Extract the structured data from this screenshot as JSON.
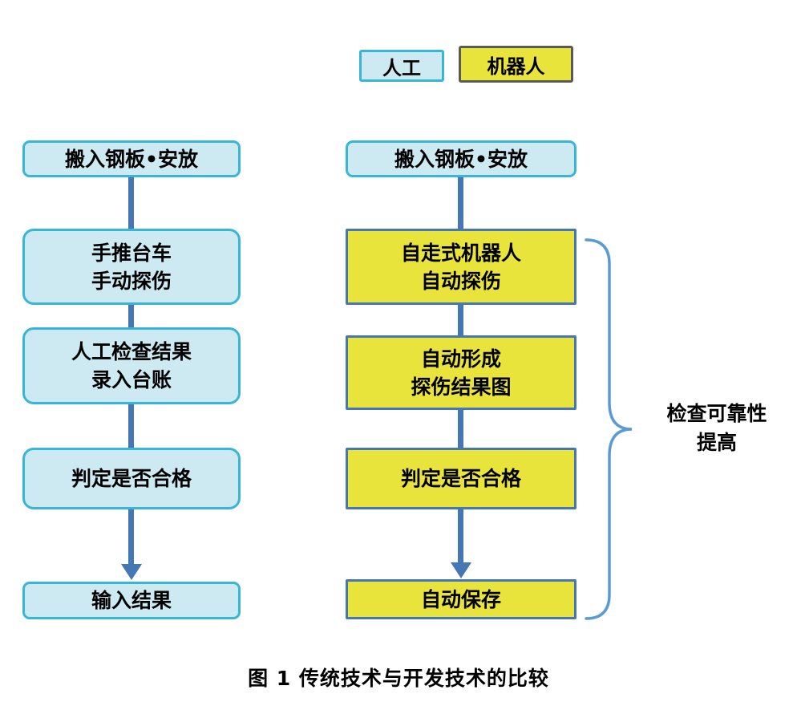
{
  "legend": {
    "manual_label": "人工",
    "robot_label": "机器人"
  },
  "left_flow": {
    "steps": [
      {
        "label": "搬入钢板•安放"
      },
      {
        "label": "手推台车\n手动探伤"
      },
      {
        "label": "人工检查结果\n录入台账"
      },
      {
        "label": "判定是否合格"
      },
      {
        "label": "输入结果"
      }
    ]
  },
  "right_flow": {
    "steps": [
      {
        "label": "搬入钢板•安放"
      },
      {
        "label": "自走式机器人\n自动探伤"
      },
      {
        "label": "自动形成\n探伤结果图"
      },
      {
        "label": "判定是否合格"
      },
      {
        "label": "自动保存"
      }
    ]
  },
  "annotation": {
    "label": "检查可靠性\n提高"
  },
  "figure": {
    "caption": "图 1 传统技术与开发技术的比较"
  },
  "colors": {
    "manual_fill": "#cde9f2",
    "manual_border": "#38b6d8",
    "robot_fill": "#e8e43c",
    "robot_border": "#4577b4",
    "legend_robot_border": "#595959",
    "connector": "#4577b4",
    "brace": "#5b9bd5"
  }
}
